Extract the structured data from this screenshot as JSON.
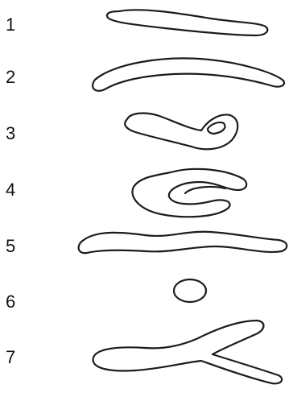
{
  "items": [
    {
      "label": "1",
      "shape": "straight-rod"
    },
    {
      "label": "2",
      "shape": "curved-rod"
    },
    {
      "label": "3",
      "shape": "hooked-rod"
    },
    {
      "label": "4",
      "shape": "coiled-rod"
    },
    {
      "label": "5",
      "shape": "wavy-rod"
    },
    {
      "label": "6",
      "shape": "round-cell"
    },
    {
      "label": "7",
      "shape": "branched-rod"
    }
  ]
}
